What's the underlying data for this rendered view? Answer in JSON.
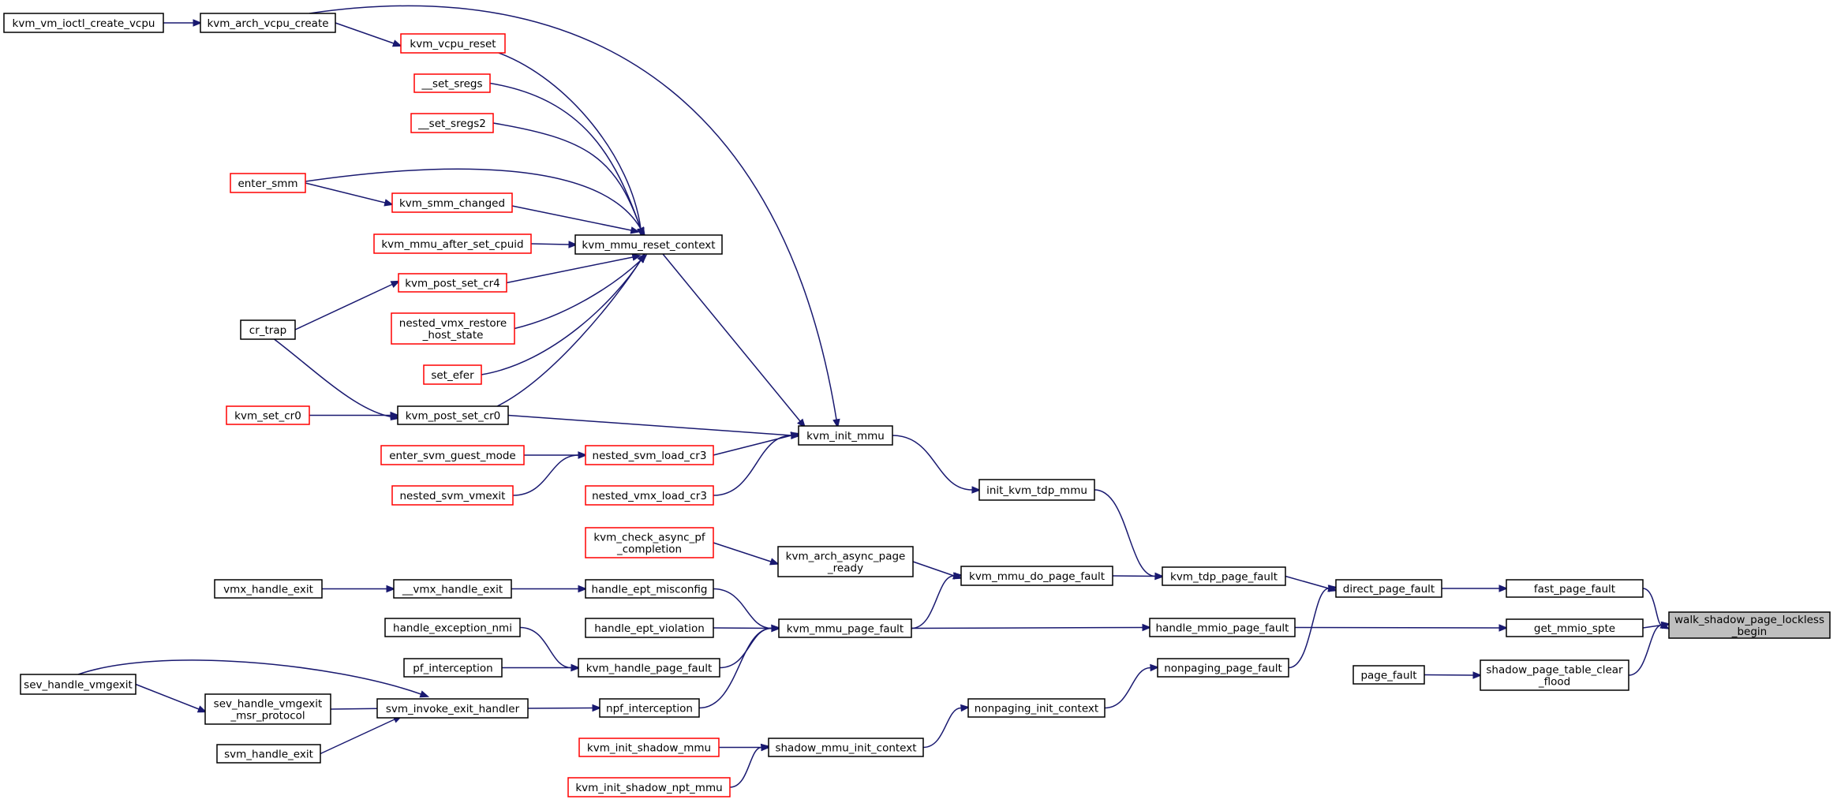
{
  "colors": {
    "edge": "#191970",
    "node_border_normal": "#000000",
    "node_border_truncated": "#ff0000",
    "node_fill_focus": "#bfbfbf",
    "node_fill": "#ffffff"
  },
  "nodes": [
    {
      "id": "walk_shadow_page_lockless_begin",
      "lines": [
        "walk_shadow_page_lockless",
        "_begin"
      ],
      "style": "focus"
    },
    {
      "id": "fast_page_fault",
      "lines": [
        "fast_page_fault"
      ],
      "style": "normal"
    },
    {
      "id": "get_mmio_spte",
      "lines": [
        "get_mmio_spte"
      ],
      "style": "normal"
    },
    {
      "id": "shadow_page_table_clear_flood",
      "lines": [
        "shadow_page_table_clear",
        "_flood"
      ],
      "style": "normal"
    },
    {
      "id": "page_fault",
      "lines": [
        "page_fault"
      ],
      "style": "normal"
    },
    {
      "id": "direct_page_fault",
      "lines": [
        "direct_page_fault"
      ],
      "style": "normal"
    },
    {
      "id": "handle_mmio_page_fault",
      "lines": [
        "handle_mmio_page_fault"
      ],
      "style": "normal"
    },
    {
      "id": "nonpaging_page_fault",
      "lines": [
        "nonpaging_page_fault"
      ],
      "style": "normal"
    },
    {
      "id": "kvm_tdp_page_fault",
      "lines": [
        "kvm_tdp_page_fault"
      ],
      "style": "normal"
    },
    {
      "id": "init_kvm_tdp_mmu",
      "lines": [
        "init_kvm_tdp_mmu"
      ],
      "style": "normal"
    },
    {
      "id": "nonpaging_init_context",
      "lines": [
        "nonpaging_init_context"
      ],
      "style": "normal"
    },
    {
      "id": "kvm_mmu_do_page_fault",
      "lines": [
        "kvm_mmu_do_page_fault"
      ],
      "style": "normal"
    },
    {
      "id": "kvm_init_mmu",
      "lines": [
        "kvm_init_mmu"
      ],
      "style": "normal"
    },
    {
      "id": "shadow_mmu_init_context",
      "lines": [
        "shadow_mmu_init_context"
      ],
      "style": "normal"
    },
    {
      "id": "kvm_arch_async_page_ready",
      "lines": [
        "kvm_arch_async_page",
        "_ready"
      ],
      "style": "normal"
    },
    {
      "id": "kvm_mmu_page_fault",
      "lines": [
        "kvm_mmu_page_fault"
      ],
      "style": "normal"
    },
    {
      "id": "kvm_check_async_pf_completion",
      "lines": [
        "kvm_check_async_pf",
        "_completion"
      ],
      "style": "truncated"
    },
    {
      "id": "handle_ept_misconfig",
      "lines": [
        "handle_ept_misconfig"
      ],
      "style": "normal"
    },
    {
      "id": "handle_ept_violation",
      "lines": [
        "handle_ept_violation"
      ],
      "style": "normal"
    },
    {
      "id": "kvm_handle_page_fault",
      "lines": [
        "kvm_handle_page_fault"
      ],
      "style": "normal"
    },
    {
      "id": "npf_interception",
      "lines": [
        "npf_interception"
      ],
      "style": "normal"
    },
    {
      "id": "kvm_init_shadow_mmu",
      "lines": [
        "kvm_init_shadow_mmu"
      ],
      "style": "truncated"
    },
    {
      "id": "kvm_init_shadow_npt_mmu",
      "lines": [
        "kvm_init_shadow_npt_mmu"
      ],
      "style": "truncated"
    },
    {
      "id": "kvm_mmu_reset_context",
      "lines": [
        "kvm_mmu_reset_context"
      ],
      "style": "normal"
    },
    {
      "id": "kvm_post_set_cr0",
      "lines": [
        "kvm_post_set_cr0"
      ],
      "style": "normal"
    },
    {
      "id": "nested_svm_load_cr3",
      "lines": [
        "nested_svm_load_cr3"
      ],
      "style": "truncated"
    },
    {
      "id": "nested_vmx_load_cr3",
      "lines": [
        "nested_vmx_load_cr3"
      ],
      "style": "truncated"
    },
    {
      "id": "kvm_vcpu_reset",
      "lines": [
        "kvm_vcpu_reset"
      ],
      "style": "truncated"
    },
    {
      "id": "__set_sregs",
      "lines": [
        "__set_sregs"
      ],
      "style": "truncated"
    },
    {
      "id": "__set_sregs2",
      "lines": [
        "__set_sregs2"
      ],
      "style": "truncated"
    },
    {
      "id": "kvm_smm_changed",
      "lines": [
        "kvm_smm_changed"
      ],
      "style": "truncated"
    },
    {
      "id": "kvm_mmu_after_set_cpuid",
      "lines": [
        "kvm_mmu_after_set_cpuid"
      ],
      "style": "truncated"
    },
    {
      "id": "kvm_post_set_cr4",
      "lines": [
        "kvm_post_set_cr4"
      ],
      "style": "truncated"
    },
    {
      "id": "nested_vmx_restore_host_state",
      "lines": [
        "nested_vmx_restore",
        "_host_state"
      ],
      "style": "truncated"
    },
    {
      "id": "set_efer",
      "lines": [
        "set_efer"
      ],
      "style": "truncated"
    },
    {
      "id": "enter_svm_guest_mode",
      "lines": [
        "enter_svm_guest_mode"
      ],
      "style": "truncated"
    },
    {
      "id": "nested_svm_vmexit",
      "lines": [
        "nested_svm_vmexit"
      ],
      "style": "truncated"
    },
    {
      "id": "__vmx_handle_exit",
      "lines": [
        "__vmx_handle_exit"
      ],
      "style": "normal"
    },
    {
      "id": "handle_exception_nmi",
      "lines": [
        "handle_exception_nmi"
      ],
      "style": "normal"
    },
    {
      "id": "pf_interception",
      "lines": [
        "pf_interception"
      ],
      "style": "normal"
    },
    {
      "id": "svm_invoke_exit_handler",
      "lines": [
        "svm_invoke_exit_handler"
      ],
      "style": "normal"
    },
    {
      "id": "kvm_arch_vcpu_create",
      "lines": [
        "kvm_arch_vcpu_create"
      ],
      "style": "normal"
    },
    {
      "id": "kvm_vm_ioctl_create_vcpu",
      "lines": [
        "kvm_vm_ioctl_create_vcpu"
      ],
      "style": "normal"
    },
    {
      "id": "enter_smm",
      "lines": [
        "enter_smm"
      ],
      "style": "truncated"
    },
    {
      "id": "cr_trap",
      "lines": [
        "cr_trap"
      ],
      "style": "normal"
    },
    {
      "id": "kvm_set_cr0",
      "lines": [
        "kvm_set_cr0"
      ],
      "style": "truncated"
    },
    {
      "id": "vmx_handle_exit",
      "lines": [
        "vmx_handle_exit"
      ],
      "style": "normal"
    },
    {
      "id": "sev_handle_vmgexit",
      "lines": [
        "sev_handle_vmgexit"
      ],
      "style": "normal"
    },
    {
      "id": "sev_handle_vmgexit_msr_protocol",
      "lines": [
        "sev_handle_vmgexit",
        "_msr_protocol"
      ],
      "style": "normal"
    },
    {
      "id": "svm_handle_exit",
      "lines": [
        "svm_handle_exit"
      ],
      "style": "normal"
    }
  ],
  "edges": [
    {
      "from": "fast_page_fault",
      "to": "walk_shadow_page_lockless_begin"
    },
    {
      "from": "get_mmio_spte",
      "to": "walk_shadow_page_lockless_begin"
    },
    {
      "from": "shadow_page_table_clear_flood",
      "to": "walk_shadow_page_lockless_begin"
    },
    {
      "from": "direct_page_fault",
      "to": "fast_page_fault"
    },
    {
      "from": "handle_mmio_page_fault",
      "to": "get_mmio_spte"
    },
    {
      "from": "page_fault",
      "to": "shadow_page_table_clear_flood"
    },
    {
      "from": "kvm_tdp_page_fault",
      "to": "direct_page_fault"
    },
    {
      "from": "nonpaging_page_fault",
      "to": "direct_page_fault"
    },
    {
      "from": "kvm_mmu_page_fault",
      "to": "handle_mmio_page_fault"
    },
    {
      "from": "kvm_mmu_do_page_fault",
      "to": "kvm_tdp_page_fault"
    },
    {
      "from": "init_kvm_tdp_mmu",
      "to": "kvm_tdp_page_fault"
    },
    {
      "from": "nonpaging_init_context",
      "to": "nonpaging_page_fault"
    },
    {
      "from": "kvm_init_mmu",
      "to": "init_kvm_tdp_mmu"
    },
    {
      "from": "shadow_mmu_init_context",
      "to": "nonpaging_init_context"
    },
    {
      "from": "kvm_arch_async_page_ready",
      "to": "kvm_mmu_do_page_fault"
    },
    {
      "from": "kvm_mmu_page_fault",
      "to": "kvm_mmu_do_page_fault"
    },
    {
      "from": "kvm_check_async_pf_completion",
      "to": "kvm_arch_async_page_ready"
    },
    {
      "from": "handle_ept_misconfig",
      "to": "kvm_mmu_page_fault"
    },
    {
      "from": "handle_ept_violation",
      "to": "kvm_mmu_page_fault"
    },
    {
      "from": "kvm_handle_page_fault",
      "to": "kvm_mmu_page_fault"
    },
    {
      "from": "npf_interception",
      "to": "kvm_mmu_page_fault"
    },
    {
      "from": "kvm_init_shadow_mmu",
      "to": "shadow_mmu_init_context"
    },
    {
      "from": "kvm_init_shadow_npt_mmu",
      "to": "shadow_mmu_init_context"
    },
    {
      "from": "kvm_mmu_reset_context",
      "to": "kvm_init_mmu"
    },
    {
      "from": "kvm_post_set_cr0",
      "to": "kvm_init_mmu"
    },
    {
      "from": "nested_svm_load_cr3",
      "to": "kvm_init_mmu"
    },
    {
      "from": "nested_vmx_load_cr3",
      "to": "kvm_init_mmu"
    },
    {
      "from": "kvm_arch_vcpu_create",
      "to": "kvm_init_mmu"
    },
    {
      "from": "kvm_vcpu_reset",
      "to": "kvm_mmu_reset_context"
    },
    {
      "from": "__set_sregs",
      "to": "kvm_mmu_reset_context"
    },
    {
      "from": "__set_sregs2",
      "to": "kvm_mmu_reset_context"
    },
    {
      "from": "enter_smm",
      "to": "kvm_mmu_reset_context"
    },
    {
      "from": "kvm_smm_changed",
      "to": "kvm_mmu_reset_context"
    },
    {
      "from": "kvm_mmu_after_set_cpuid",
      "to": "kvm_mmu_reset_context"
    },
    {
      "from": "kvm_post_set_cr4",
      "to": "kvm_mmu_reset_context"
    },
    {
      "from": "nested_vmx_restore_host_state",
      "to": "kvm_mmu_reset_context"
    },
    {
      "from": "set_efer",
      "to": "kvm_mmu_reset_context"
    },
    {
      "from": "kvm_post_set_cr0",
      "to": "kvm_mmu_reset_context"
    },
    {
      "from": "enter_svm_guest_mode",
      "to": "nested_svm_load_cr3"
    },
    {
      "from": "nested_svm_vmexit",
      "to": "nested_svm_load_cr3"
    },
    {
      "from": "__vmx_handle_exit",
      "to": "handle_ept_misconfig"
    },
    {
      "from": "handle_exception_nmi",
      "to": "kvm_handle_page_fault"
    },
    {
      "from": "pf_interception",
      "to": "kvm_handle_page_fault"
    },
    {
      "from": "svm_invoke_exit_handler",
      "to": "npf_interception"
    },
    {
      "from": "kvm_vm_ioctl_create_vcpu",
      "to": "kvm_arch_vcpu_create"
    },
    {
      "from": "kvm_arch_vcpu_create",
      "to": "kvm_vcpu_reset"
    },
    {
      "from": "enter_smm",
      "to": "kvm_smm_changed"
    },
    {
      "from": "cr_trap",
      "to": "kvm_post_set_cr4"
    },
    {
      "from": "cr_trap",
      "to": "kvm_post_set_cr0"
    },
    {
      "from": "kvm_set_cr0",
      "to": "kvm_post_set_cr0"
    },
    {
      "from": "vmx_handle_exit",
      "to": "__vmx_handle_exit"
    },
    {
      "from": "sev_handle_vmgexit",
      "to": "sev_handle_vmgexit_msr_protocol"
    },
    {
      "from": "sev_handle_vmgexit",
      "to": "svm_invoke_exit_handler"
    },
    {
      "from": "sev_handle_vmgexit_msr_protocol",
      "to": "svm_invoke_exit_handler"
    },
    {
      "from": "svm_handle_exit",
      "to": "svm_invoke_exit_handler"
    }
  ]
}
